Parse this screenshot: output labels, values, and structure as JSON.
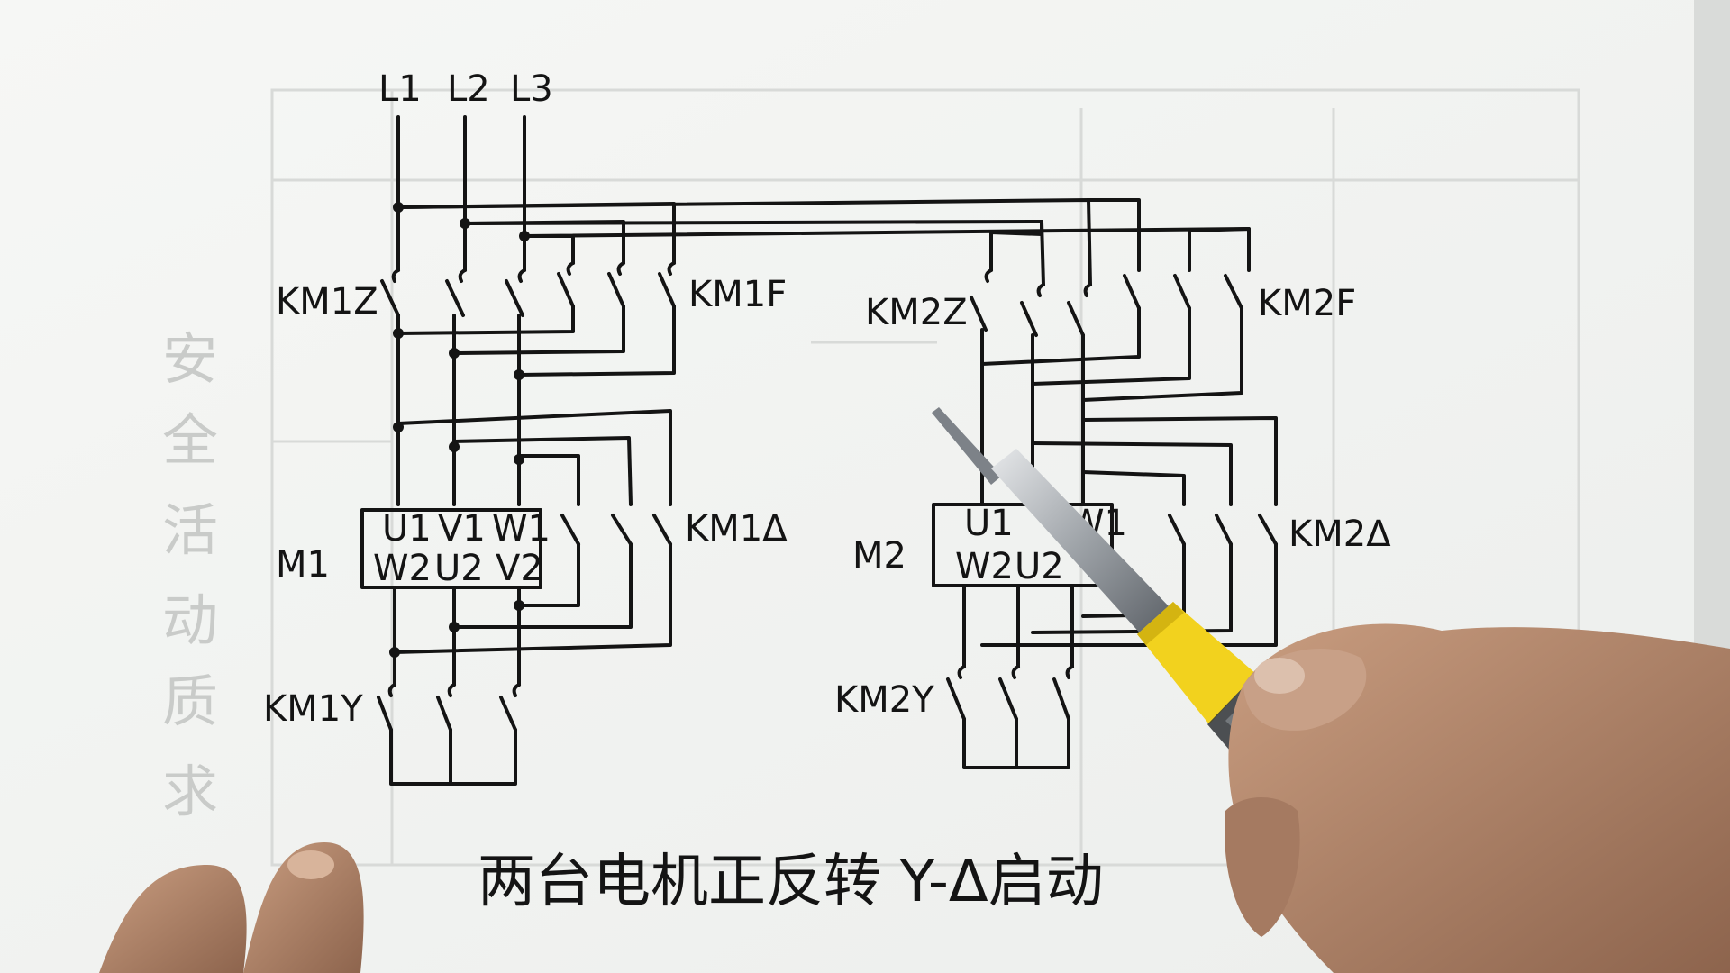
{
  "title": "两台电机正反转 Y-Δ启动",
  "phases": [
    "L1",
    "L2",
    "L3"
  ],
  "motor1": {
    "name": "M1",
    "contactor_forward": "KM1Z",
    "contactor_reverse": "KM1F",
    "contactor_delta": "KM1Δ",
    "contactor_star": "KM1Y",
    "terminals_top": [
      "U1",
      "V1",
      "W1"
    ],
    "terminals_bottom": [
      "W2",
      "U2",
      "V2"
    ]
  },
  "motor2": {
    "name": "M2",
    "contactor_forward": "KM2Z",
    "contactor_reverse": "KM2F",
    "contactor_delta": "KM2Δ",
    "contactor_star": "KM2Y",
    "terminals_top": [
      "U1",
      "",
      "W1"
    ],
    "terminals_bottom": [
      "W2",
      "U2",
      ""
    ]
  },
  "watermark_vertical": [
    "安",
    "全",
    "活",
    "动",
    "质",
    "求"
  ],
  "colors": {
    "paper": "#f3f4f2",
    "ink": "#141414",
    "pen_yellow": "#f2d21e",
    "pen_tip": "#b9bdc2",
    "skin": "#b98b6f"
  }
}
